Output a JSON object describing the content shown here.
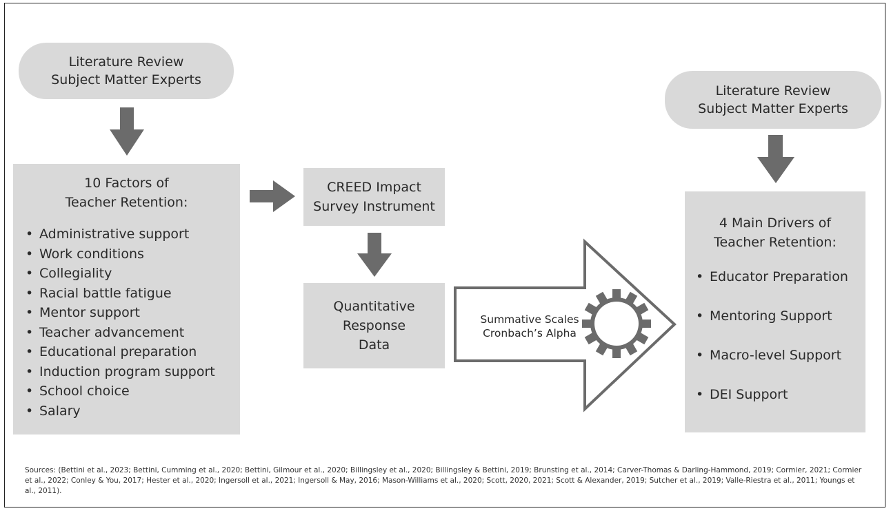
{
  "left_input": {
    "line1": "Literature Review",
    "line2": "Subject Matter Experts"
  },
  "right_input": {
    "line1": "Literature Review",
    "line2": "Subject Matter Experts"
  },
  "factors": {
    "title_line1": "10 Factors of",
    "title_line2": "Teacher Retention:",
    "items": [
      "Administrative support",
      "Work conditions",
      "Collegiality",
      "Racial battle fatigue",
      "Mentor support",
      "Teacher advancement",
      "Educational preparation",
      "Induction program support",
      "School choice",
      "Salary"
    ]
  },
  "survey": {
    "line1": "CREED Impact",
    "line2": "Survey Instrument"
  },
  "data_box": {
    "line1": "Quantitative",
    "line2": "Response",
    "line3": "Data"
  },
  "process_arrow": {
    "line1": "Summative Scales",
    "line2": "Cronbach’s Alpha",
    "icon": "gear-icon"
  },
  "drivers": {
    "title_line1": "4 Main Drivers of",
    "title_line2": "Teacher Retention:",
    "items": [
      "Educator Preparation",
      "Mentoring Support",
      "Macro-level Support",
      "DEI Support"
    ]
  },
  "sources": "Sources: (Bettini et al., 2023; Bettini, Cumming et al., 2020; Bettini, Gilmour et al., 2020; Billingsley et al., 2020; Billingsley & Bettini, 2019; Brunsting et al., 2014; Carver-Thomas & Darling-Hammond, 2019; Cormier, 2021; Cormier et al., 2022; Conley & You, 2017; Hester et al., 2020; Ingersoll et al., 2021; Ingersoll & May, 2016; Mason-Williams et al., 2020; Scott, 2020, 2021; Scott & Alexander, 2019; Sutcher et al., 2019; Valle-Riestra et al., 2011; Youngs et al., 2011).",
  "colors": {
    "box_fill": "#d9d9d9",
    "arrow_fill": "#6b6b6b",
    "outline": "#6b6b6b"
  }
}
